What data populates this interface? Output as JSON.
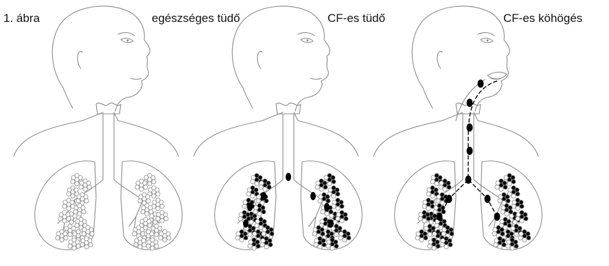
{
  "figure": {
    "label": "1. ábra",
    "panels": [
      {
        "key": "healthy",
        "title": "egészséges tüdő",
        "mucus": "none"
      },
      {
        "key": "cf",
        "title": "CF-es tüdő",
        "mucus": "bronchi"
      },
      {
        "key": "cough",
        "title": "CF-es köhögés",
        "mucus": "airway"
      }
    ]
  },
  "colors": {
    "outline": "#8a8a8a",
    "mucus": "#000000",
    "background": "#ffffff"
  }
}
